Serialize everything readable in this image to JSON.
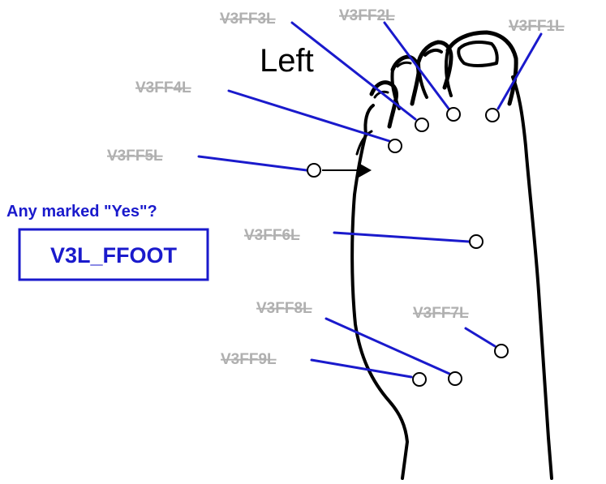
{
  "side_label": "Left",
  "question": "Any marked \"Yes\"?",
  "summary_variable": "V3L_FFOOT",
  "points": [
    {
      "code": "V3FF1L"
    },
    {
      "code": "V3FF2L"
    },
    {
      "code": "V3FF3L"
    },
    {
      "code": "V3FF4L"
    },
    {
      "code": "V3FF5L"
    },
    {
      "code": "V3FF6L"
    },
    {
      "code": "V3FF7L"
    },
    {
      "code": "V3FF8L"
    },
    {
      "code": "V3FF9L"
    }
  ],
  "colors": {
    "leader_line": "#1a1acc",
    "code_text": "#b0b0b0",
    "outline": "#000000"
  }
}
